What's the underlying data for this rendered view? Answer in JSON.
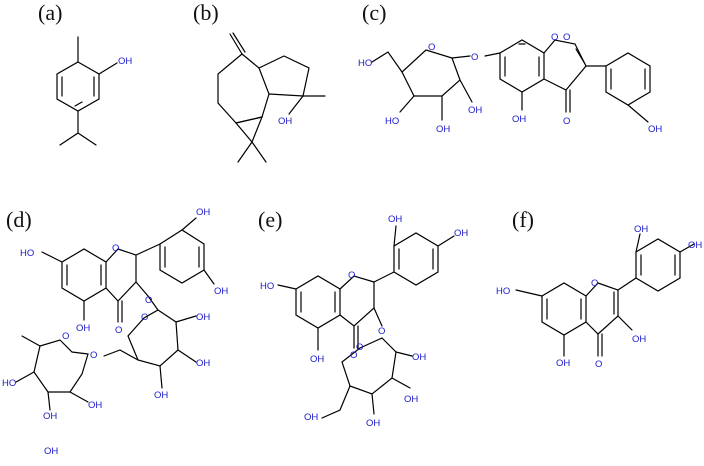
{
  "colors": {
    "bond": "#000000",
    "heteroatom": "#1a1acc",
    "label": "#111111"
  },
  "panels": {
    "a": {
      "label": "(a)",
      "atoms": [
        "OH"
      ]
    },
    "b": {
      "label": "(b)",
      "atoms": [
        "OH"
      ]
    },
    "c": {
      "label": "(c)",
      "atoms": [
        "HO",
        "O",
        "O",
        "O",
        "HO",
        "OH",
        "OH",
        "OH",
        "O",
        "O",
        "OH"
      ]
    },
    "d": {
      "label": "(d)",
      "atoms": [
        "OH",
        "OH",
        "HO",
        "O",
        "O",
        "OH",
        "O",
        "OH",
        "O",
        "O",
        "OH",
        "O",
        "OH",
        "HO",
        "OH",
        "OH",
        "OH"
      ]
    },
    "e": {
      "label": "(e)",
      "atoms": [
        "OH",
        "OH",
        "HO",
        "O",
        "O",
        "OH",
        "O",
        "O",
        "OH",
        "OH",
        "OH",
        "OH"
      ]
    },
    "f": {
      "label": "(f)",
      "atoms": [
        "OH",
        "OH",
        "HO",
        "O",
        "OH",
        "OH",
        "O"
      ]
    }
  }
}
